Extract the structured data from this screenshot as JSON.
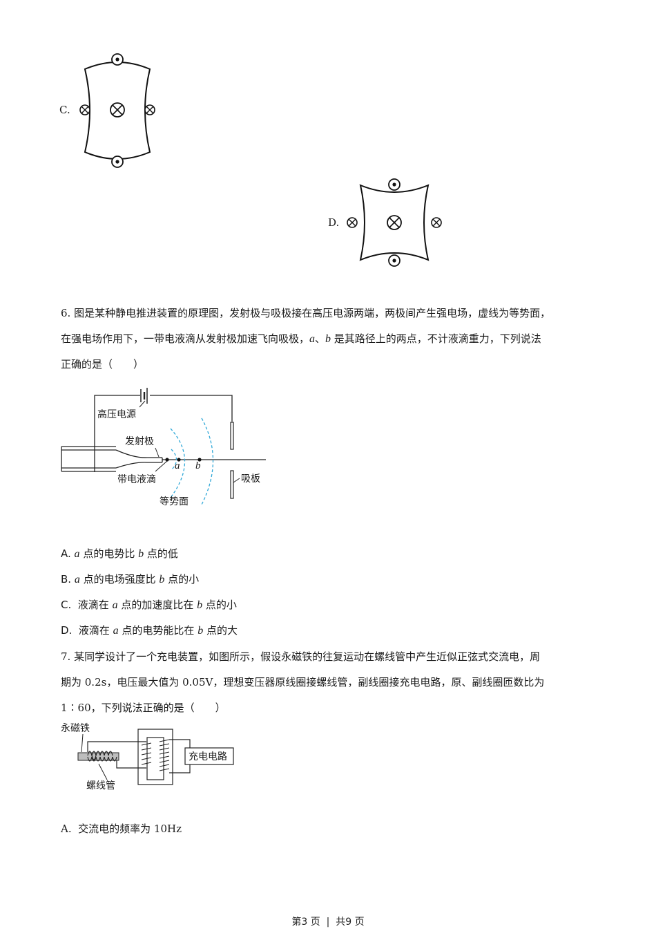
{
  "q5_options": {
    "c_label": "C.",
    "d_label": "D."
  },
  "q6": {
    "line1": "6. 图是某种静电推进装置的原理图，发射极与吸极接在高压电源两端，两极间产生强电场，虚线为等势面，",
    "line2_pre": "在强电场作用下，一带电液滴从发射极加速飞向吸极，",
    "line2_a": "a",
    "line2_mid": "、",
    "line2_b": "b",
    "line2_post": " 是其路径上的两点，不计液滴重力，下列说法",
    "line3": "正确的是（　　）",
    "figure": {
      "power_label": "高压电源",
      "emitter_label": "发射极",
      "droplet_label": "带电液滴",
      "equipotential_label": "等势面",
      "absorber_label": "吸板",
      "point_a": "a",
      "point_b": "b",
      "dash_color": "#2fa8d8"
    },
    "options": [
      {
        "prefix": "A. ",
        "parts": [
          {
            "v": "a",
            "i": true
          },
          {
            "v": " 点的电势比 "
          },
          {
            "v": "b",
            "i": true
          },
          {
            "v": " 点的低"
          }
        ]
      },
      {
        "prefix": "B. ",
        "parts": [
          {
            "v": "a",
            "i": true
          },
          {
            "v": " 点的电场强度比 "
          },
          {
            "v": "b",
            "i": true
          },
          {
            "v": " 点的小"
          }
        ]
      },
      {
        "prefix": "C.  ",
        "parts": [
          {
            "v": "液滴在 "
          },
          {
            "v": "a",
            "i": true
          },
          {
            "v": " 点的加速度比在 "
          },
          {
            "v": "b",
            "i": true
          },
          {
            "v": " 点的小"
          }
        ]
      },
      {
        "prefix": "D.  ",
        "parts": [
          {
            "v": "液滴在 "
          },
          {
            "v": "a",
            "i": true
          },
          {
            "v": " 点的电势能比在 "
          },
          {
            "v": "b",
            "i": true
          },
          {
            "v": " 点的大"
          }
        ]
      }
    ]
  },
  "q7": {
    "line1": "7. 某同学设计了一个充电装置，如图所示，假设永磁铁的往复运动在螺线管中产生近似正弦式交流电，周",
    "line2": "期为 0.2s，电压最大值为 0.05V，理想变压器原线圈接螺线管，副线圈接充电电路，原、副线圈匝数比为",
    "line3": "1∶60，下列说法正确的是（　　）",
    "figure": {
      "magnet_label": "永磁铁",
      "solenoid_label": "螺线管",
      "circuit_label": "充电电路"
    },
    "options": [
      {
        "prefix": "A.  ",
        "text": "交流电的频率为 10Hz"
      }
    ]
  },
  "footer": {
    "page_text": "第3 页  |  共9 页"
  }
}
